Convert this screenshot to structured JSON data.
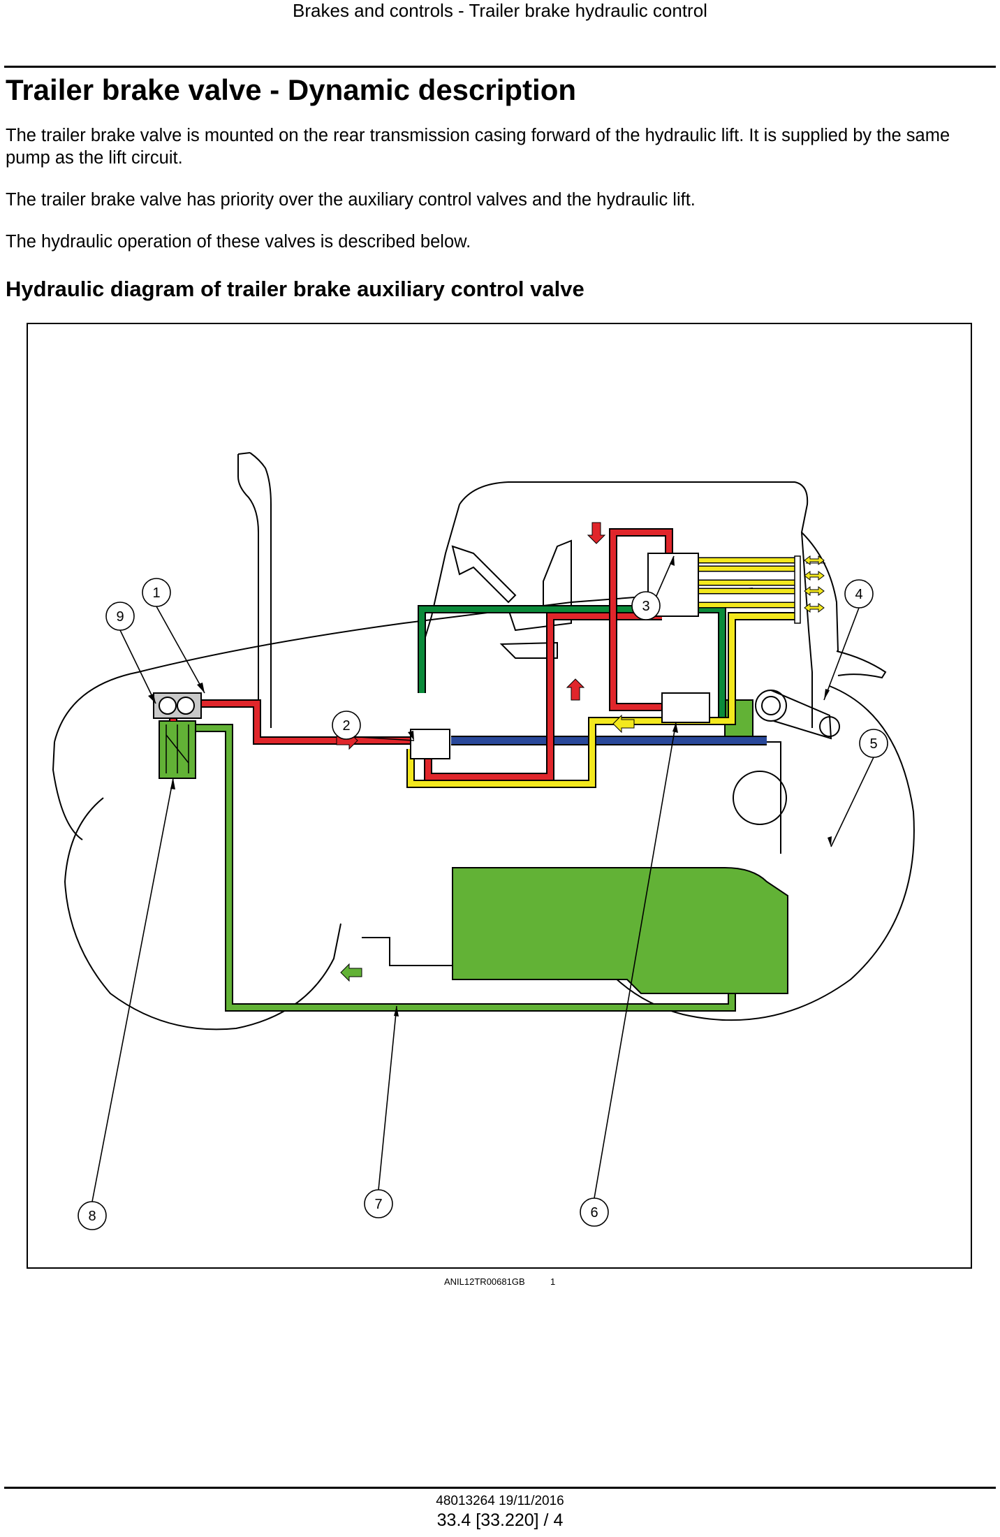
{
  "header": {
    "running_title": "Brakes and controls - Trailer brake hydraulic control"
  },
  "section": {
    "title": "Trailer brake valve - Dynamic description",
    "paragraphs": [
      "The trailer brake valve is mounted on the rear transmission casing forward of the hydraulic lift.  It is supplied by the same pump as the lift circuit.",
      "The trailer brake valve has priority over the auxiliary control valves and the hydraulic lift.",
      "The hydraulic operation of these valves is described below."
    ],
    "subtitle": "Hydraulic diagram of trailer brake auxiliary control valve"
  },
  "figure": {
    "callouts": [
      "1",
      "2",
      "3",
      "4",
      "5",
      "6",
      "7",
      "8",
      "9"
    ],
    "reference_code": "ANIL12TR00681GB",
    "figure_number": "1",
    "colors": {
      "pressure": "#e0262b",
      "return": "#62b236",
      "pilot": "#f3e81e",
      "supply": "#29489a",
      "priority": "#0b8a3a",
      "outline": "#000000"
    }
  },
  "footer": {
    "doc_id": "48013264 19/11/2016",
    "page_ref": "33.4 [33.220] / 4"
  }
}
